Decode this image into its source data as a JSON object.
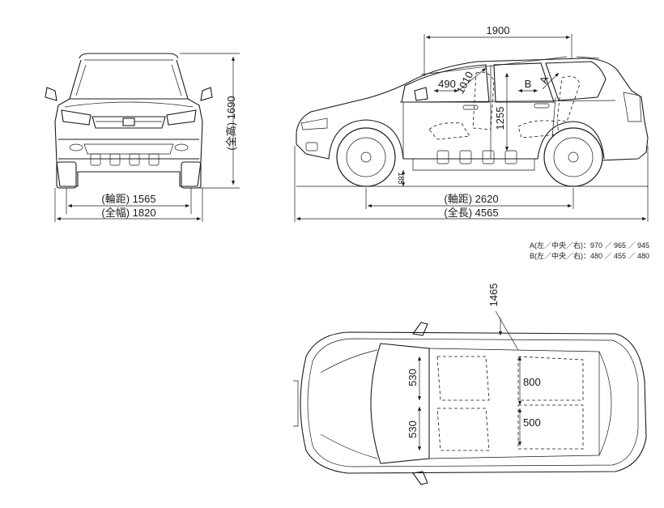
{
  "front_view": {
    "tread": "(輪距) 1565",
    "width": "(全幅) 1820",
    "height": "(全高) 1690"
  },
  "side_view": {
    "top_len": "1900",
    "wheelbase": "(軸距) 2620",
    "length": "(全長) 4565",
    "dim_490": "490",
    "dim_1010": "1010",
    "dim_1255": "1255",
    "label_b": "B",
    "label_a": "A",
    "ground": "185"
  },
  "notes": {
    "line_a": "A(左／中央／右)：970 ／ 965 ／ 945",
    "line_b": "B(左／中央／右)：480 ／ 455 ／ 480"
  },
  "top_view": {
    "dim_1465": "1465",
    "dim_530_top": "530",
    "dim_530_bottom": "530",
    "dim_800": "800",
    "dim_500": "500"
  }
}
